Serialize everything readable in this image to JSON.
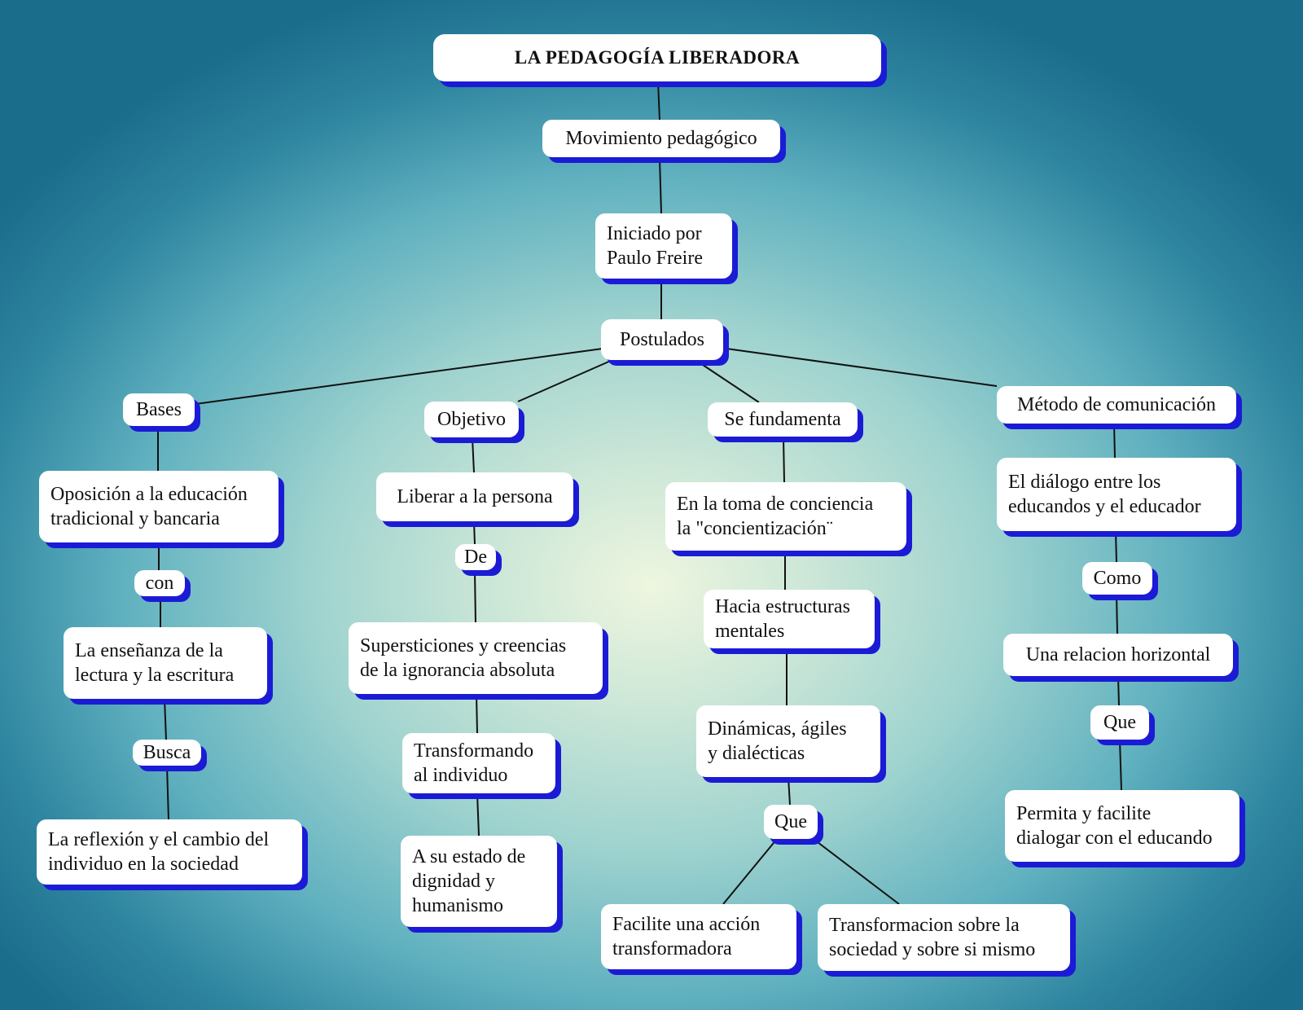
{
  "title": "LA PEDAGOGÍA LIBERADORA",
  "nodes": {
    "movimiento": "Movimiento pedagógico",
    "iniciado": "Iniciado por\nPaulo Freire",
    "postulados": "Postulados",
    "bases": "Bases",
    "objetivo": "Objetivo",
    "fundamenta": "Se fundamenta",
    "metodo": "Método de comunicación",
    "oposicion": "Oposición a la educación\n tradicional y bancaria",
    "con": "con",
    "ensenanza": "La enseñanza de la\nlectura y la escritura",
    "busca": "Busca",
    "reflexion": "La reflexión y el cambio del\n individuo en la sociedad",
    "liberar": "Liberar a la persona",
    "de": "De",
    "supersticiones": "Supersticiones y creencias\n de la ignorancia absoluta",
    "transformando": "Transformando\nal individuo",
    "estado": "A su estado de\ndignidad  y\n humanismo",
    "toma": "En la toma de conciencia\nla \"concientización¨",
    "hacia": "Hacia estructuras\nmentales",
    "dinamicas": "Dinámicas, ágiles\ny dialécticas",
    "que_center": "Que",
    "facilite": "Facilite una acción\ntransformadora",
    "transformacion": "Transformacion sobre la\nsociedad y sobre si mismo",
    "dialogo": "El diálogo entre los\n educandos y el educador",
    "como": "Como",
    "relacion": "Una relacion horizontal",
    "que_right": "Que",
    "permita": "Permita y facilite\ndialogar con el educando"
  }
}
